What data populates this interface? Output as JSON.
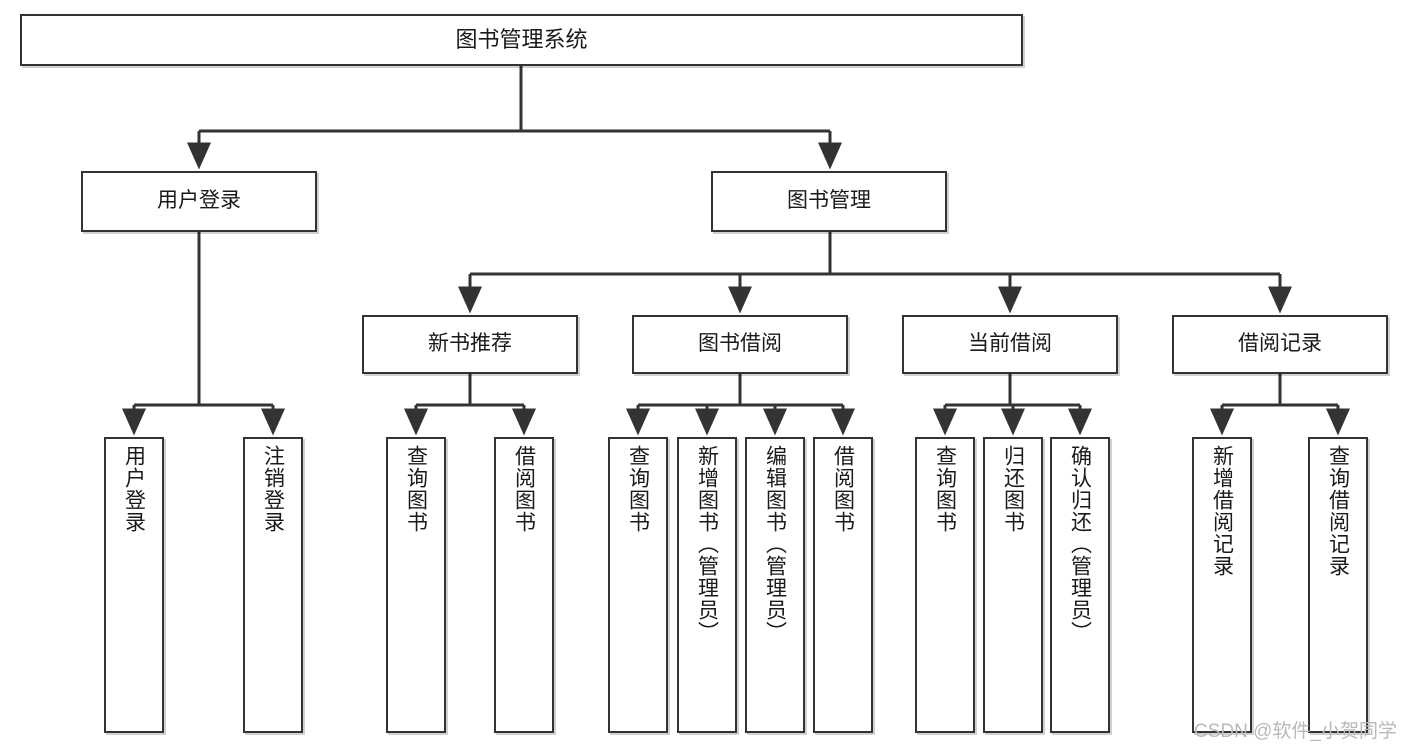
{
  "diagram": {
    "title": "图书管理系统",
    "type": "tree-hierarchy-diagram",
    "watermark": "CSDN @软件_小贺同学",
    "colors": {
      "stroke": "#333333",
      "fill": "#ffffff",
      "text": "#1a1a1a",
      "watermark": "#b9b9b9"
    },
    "nodes": {
      "root": {
        "label": "图书管理系统"
      },
      "level2": [
        {
          "id": "user-login",
          "label": "用户登录"
        },
        {
          "id": "book-manage",
          "label": "图书管理"
        }
      ],
      "level3": [
        {
          "id": "new-book-recommend",
          "label": "新书推荐"
        },
        {
          "id": "book-borrow",
          "label": "图书借阅"
        },
        {
          "id": "current-borrow",
          "label": "当前借阅"
        },
        {
          "id": "borrow-record",
          "label": "借阅记录"
        }
      ],
      "leaves": {
        "user_login": [
          {
            "id": "leaf-user-login",
            "label": "用户登录"
          },
          {
            "id": "leaf-logout-login",
            "label": "注销登录"
          }
        ],
        "new_book_recommend": [
          {
            "id": "leaf-query-book-1",
            "label": "查询图书"
          },
          {
            "id": "leaf-borrow-book-1",
            "label": "借阅图书"
          }
        ],
        "book_borrow": [
          {
            "id": "leaf-query-book-2",
            "label": "查询图书"
          },
          {
            "id": "leaf-add-book",
            "label": "新增图书（管理员）"
          },
          {
            "id": "leaf-edit-book",
            "label": "编辑图书（管理员）"
          },
          {
            "id": "leaf-borrow-book-2",
            "label": "借阅图书"
          }
        ],
        "current_borrow": [
          {
            "id": "leaf-query-book-3",
            "label": "查询图书"
          },
          {
            "id": "leaf-return-book",
            "label": "归还图书"
          },
          {
            "id": "leaf-confirm-return",
            "label": "确认归还（管理员）"
          }
        ],
        "borrow_record": [
          {
            "id": "leaf-add-borrow-record",
            "label": "新增借阅记录"
          },
          {
            "id": "leaf-query-borrow-record",
            "label": "查询借阅记录"
          }
        ]
      }
    }
  }
}
